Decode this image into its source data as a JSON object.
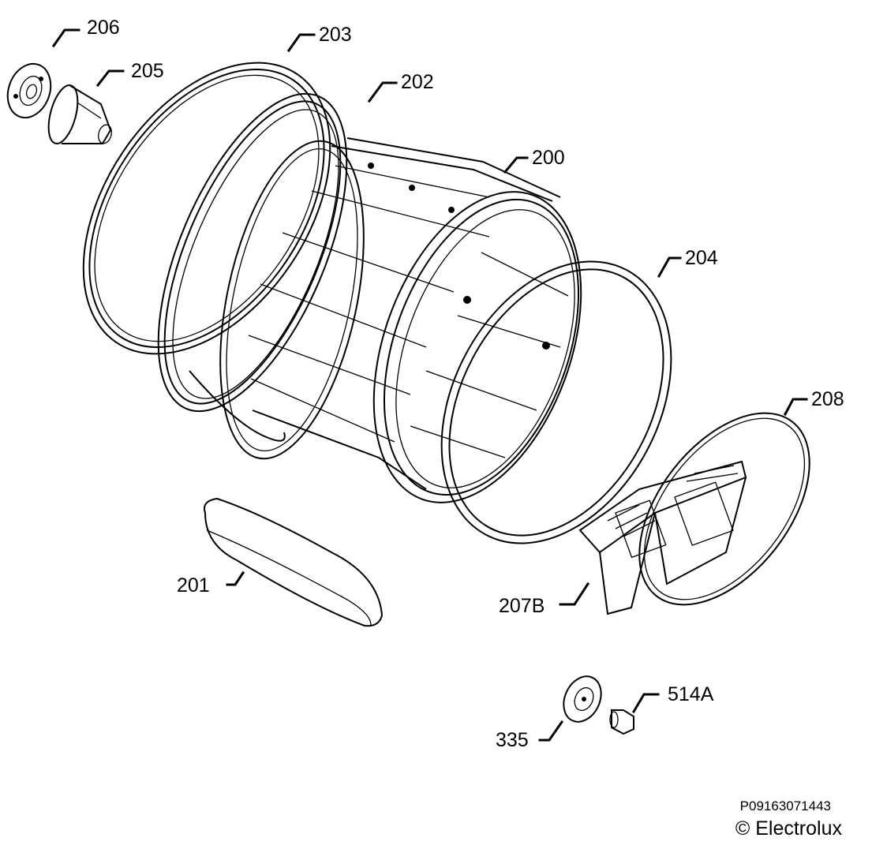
{
  "labels": {
    "p200": "200",
    "p201": "201",
    "p202": "202",
    "p203": "203",
    "p204": "204",
    "p205": "205",
    "p206": "206",
    "p207b": "207B",
    "p208": "208",
    "p335": "335",
    "p514a": "514A"
  },
  "footer": {
    "reference": "P09163071443",
    "copyright": "© Electrolux"
  }
}
